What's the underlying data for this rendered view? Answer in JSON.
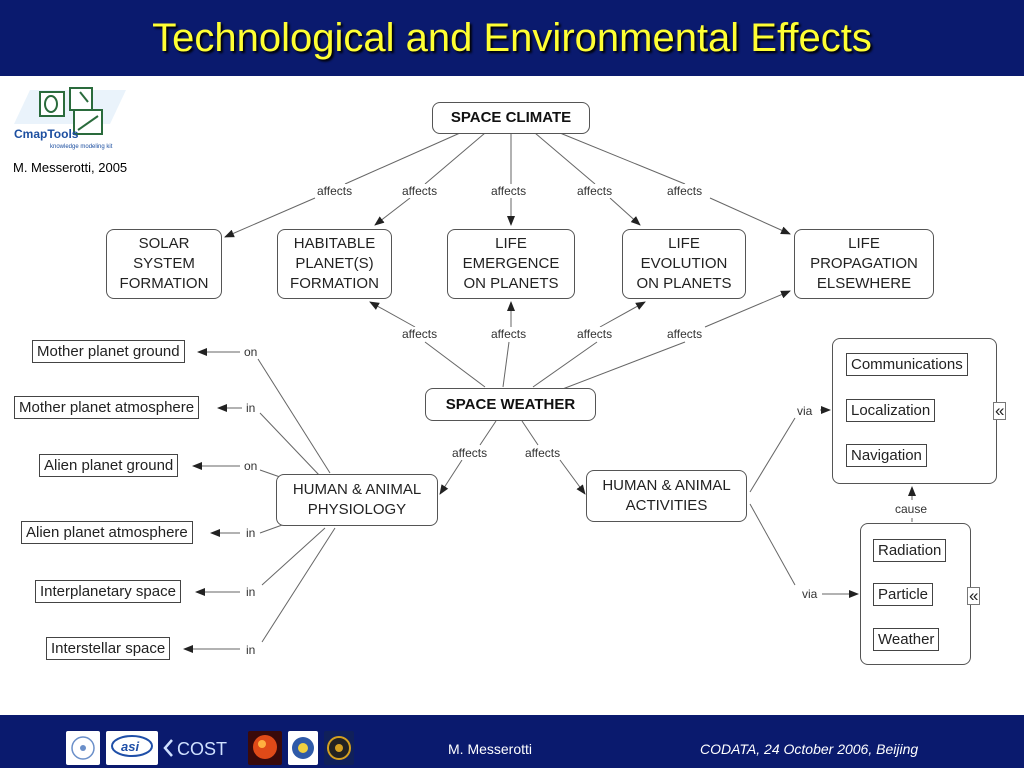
{
  "header": {
    "title": "Technological and Environmental Effects"
  },
  "credit": "M. Messerotti, 2005",
  "logo": {
    "name": "CmapTools",
    "tagline": "knowledge modeling kit"
  },
  "nodes": {
    "space_climate": "SPACE CLIMATE",
    "space_weather": "SPACE WEATHER",
    "solar_system": "SOLAR\nSYSTEM\nFORMATION",
    "habitable": "HABITABLE\nPLANET(S)\nFORMATION",
    "life_emergence": "LIFE\nEMERGENCE\nON PLANETS",
    "life_evolution": "LIFE\nEVOLUTION\nON PLANETS",
    "life_propagation": "LIFE\nPROPAGATION\nELSEWHERE",
    "physiology": "HUMAN & ANIMAL\nPHYSIOLOGY",
    "activities": "HUMAN & ANIMAL\nACTIVITIES"
  },
  "environments": [
    "Mother planet ground",
    "Mother planet atmosphere",
    "Alien planet ground",
    "Alien planet atmosphere",
    "Interplanetary space",
    "Interstellar space"
  ],
  "environment_links": [
    "on",
    "in",
    "on",
    "in",
    "in",
    "in"
  ],
  "technology": [
    "Communications",
    "Localization",
    "Navigation"
  ],
  "hazards": [
    "Radiation",
    "Particle",
    "Weather"
  ],
  "links": {
    "affects": "affects",
    "via": "via",
    "cause": "cause"
  },
  "expand_glyph": "«",
  "footer": {
    "author": "M. Messerotti",
    "event": "CODATA, 24 October 2006, Beijing",
    "logos": [
      "organization-logo-1",
      "asi-logo",
      "cost-logo",
      "solar-logo",
      "circle-logo",
      "space-logo"
    ],
    "cost_text": "COST",
    "asi_text": "asi"
  },
  "colors": {
    "banner": "#0a1a6e",
    "title": "#ffff33",
    "line": "#666666"
  }
}
